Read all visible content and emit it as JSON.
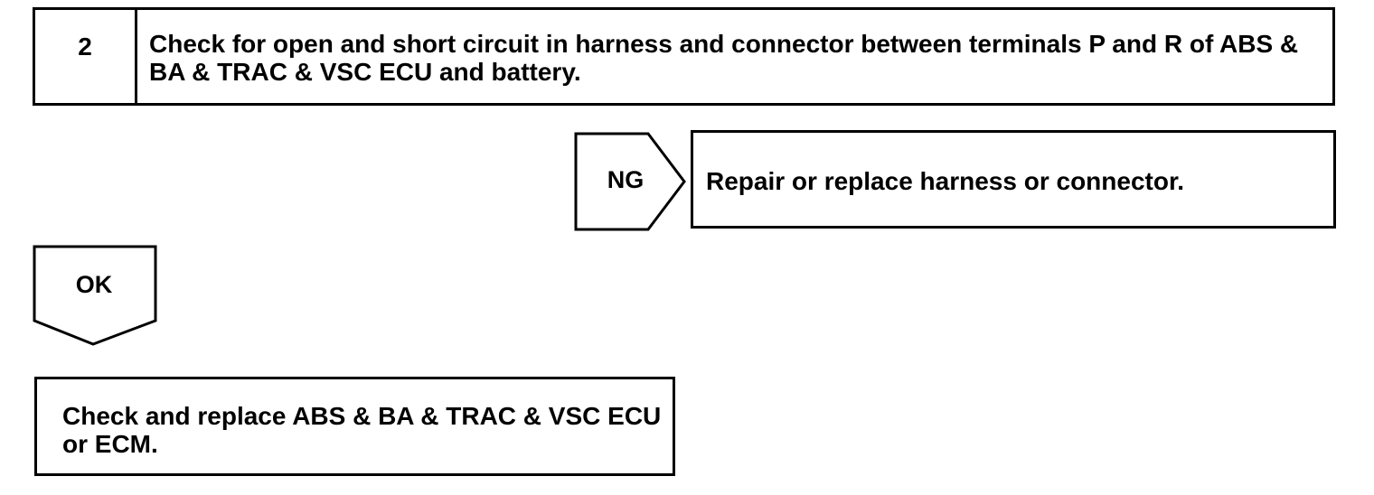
{
  "step": {
    "number": "2",
    "text": "Check for open and short circuit in harness and connector between terminals P and R of ABS & BA & TRAC & VSC ECU and battery."
  },
  "branch_ng": {
    "label": "NG",
    "result": "Repair or replace harness or connector."
  },
  "branch_ok": {
    "label": "OK",
    "result": "Check and replace ABS & BA & TRAC & VSC ECU or ECM."
  }
}
